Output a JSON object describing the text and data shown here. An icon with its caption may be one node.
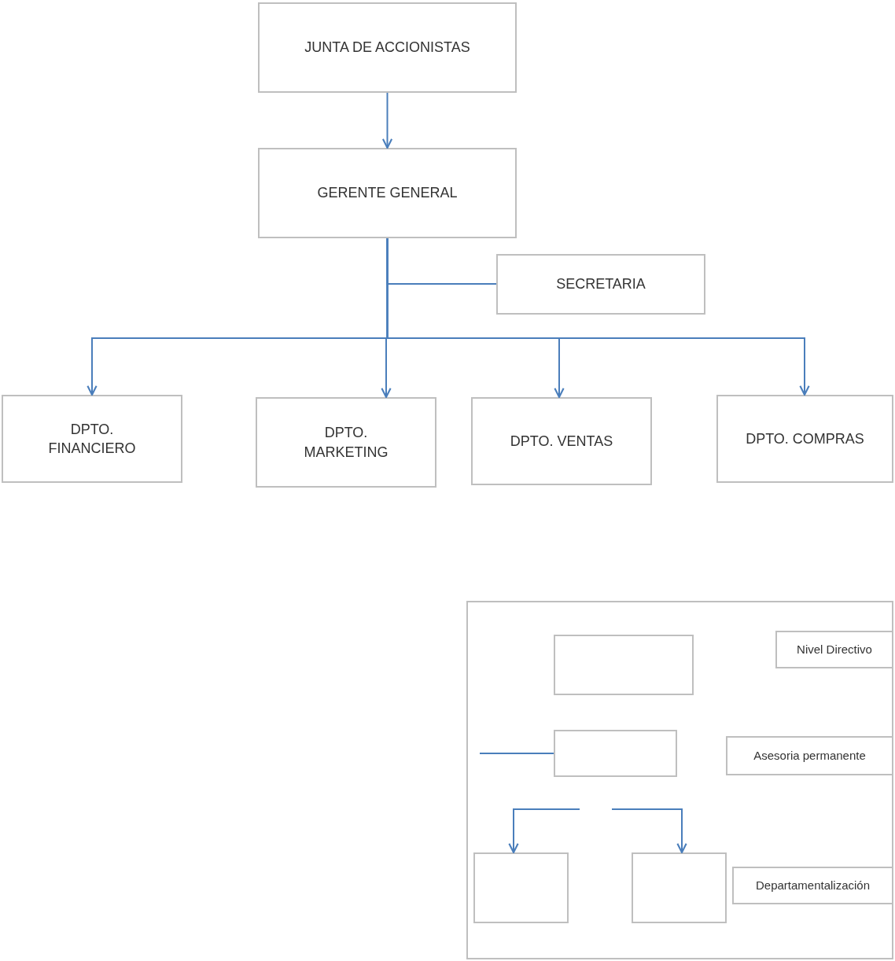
{
  "diagram": {
    "nodes": [
      {
        "text": [
          "JUNTA DE ACCIONISTAS"
        ]
      },
      {
        "text": [
          "GERENTE GENERAL"
        ]
      },
      {
        "text": [
          "SECRETARIA"
        ]
      },
      {
        "text": [
          "DPTO. FINANCIERO"
        ]
      },
      {
        "text": [
          "DPTO. MARKETING"
        ]
      },
      {
        "text": [
          "DPTO. VENTAS"
        ]
      },
      {
        "text": [
          "DPTO. COMPRAS"
        ]
      },
      {
        "text": [],
        "shape": "box"
      },
      {
        "text": [],
        "shape": "box",
        "in": 7
      },
      {
        "text": [
          "Nivel Directivo"
        ],
        "in": 7
      },
      {
        "text": [],
        "shape": "box",
        "in": 7
      },
      {
        "text": [
          "Asesoria permanente"
        ],
        "in": 7
      },
      {
        "text": [],
        "shape": "box",
        "in": 7
      },
      {
        "text": [],
        "shape": "box",
        "in": 7
      },
      {
        "text": [
          "Departamentalización"
        ],
        "in": 7
      }
    ],
    "edges": [
      {
        "from": 0,
        "to": 1,
        "arrow": "to"
      },
      {
        "from": 1,
        "to": 2,
        "arrow": "none"
      },
      {
        "from": 1,
        "to": 3,
        "arrow": "to"
      },
      {
        "from": 1,
        "to": 4,
        "arrow": "to"
      },
      {
        "from": 1,
        "to": 5,
        "arrow": "to"
      },
      {
        "from": 1,
        "to": 6,
        "arrow": "to"
      },
      {
        "from": null,
        "to": 10,
        "arrow": "none"
      },
      {
        "from": null,
        "to": 12,
        "arrow": "to"
      },
      {
        "from": null,
        "to": 13,
        "arrow": "to"
      }
    ]
  }
}
